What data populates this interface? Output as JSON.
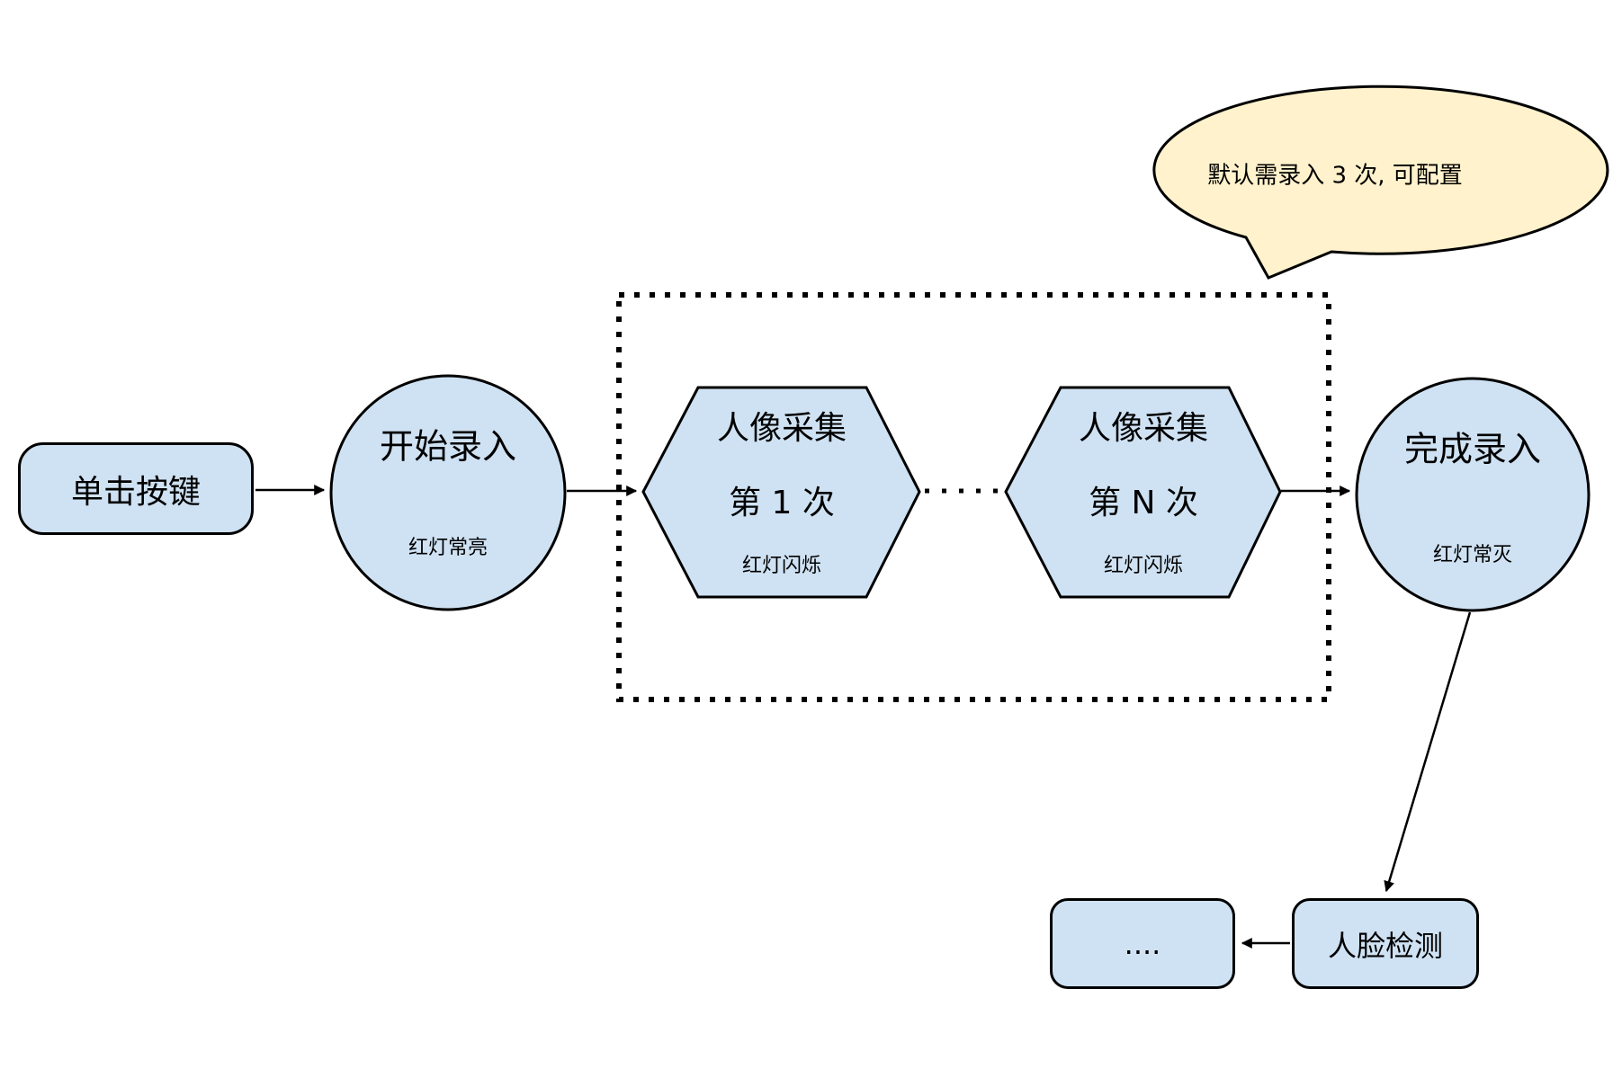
{
  "diagram": {
    "background_color": "#ffffff",
    "node_fill_color": "#cfe2f3",
    "callout_fill_color": "#fff2cc",
    "stroke_color": "#000000",
    "nodes": {
      "click_button": {
        "label": "单击按键"
      },
      "start_entry": {
        "title": "开始录入",
        "subtitle": "红灯常亮"
      },
      "capture_1": {
        "title": "人像采集",
        "line2": "第 1 次",
        "subtitle": "红灯闪烁"
      },
      "capture_n": {
        "title": "人像采集",
        "line2": "第 N 次",
        "subtitle": "红灯闪烁"
      },
      "finish_entry": {
        "title": "完成录入",
        "subtitle": "红灯常灭"
      },
      "face_detection": {
        "label": "人脸检测"
      },
      "continuation": {
        "label": "...."
      }
    },
    "callout": {
      "text": "默认需录入 3 次, 可配置"
    }
  }
}
